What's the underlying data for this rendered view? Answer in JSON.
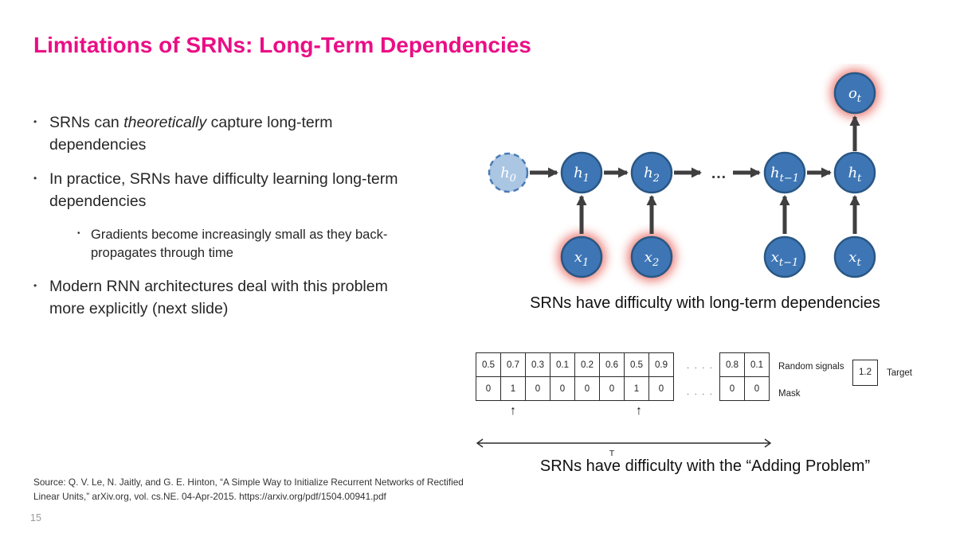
{
  "slide": {
    "title": "Limitations of SRNs: Long-Term Dependencies",
    "accent_color": "#ea0e85",
    "page_number": "15",
    "source": "Source: Q. V. Le, N. Jaitly, and G. E. Hinton, “A Simple Way to Initialize Recurrent Networks of Rectified\nLinear Units,” arXiv.org, vol. cs.NE. 04-Apr-2015. https://arxiv.org/pdf/1504.00941.pdf"
  },
  "bullets": {
    "marker": "•",
    "b1_pre": "SRNs can ",
    "b1_italic": "theoretically",
    "b1_post": " capture long-term\ndependencies",
    "b2": "In practice, SRNs have difficulty learning long-term\ndependencies",
    "b2_sub": "Gradients become increasingly small as they back-\npropagates through time",
    "b3": "Modern RNN architectures deal with this problem\nmore explicitly (next slide)"
  },
  "diagram": {
    "caption": "SRNs have difficulty with long-term dependencies",
    "hdots": "…",
    "colors": {
      "node_fill": "#3e76b5",
      "node_stroke": "#2a5784",
      "h0_fill": "#aac6e3",
      "glow": "#e4574e",
      "arrow": "#3f3f3f"
    },
    "nodes": {
      "h0": {
        "main": "h",
        "sub": "0"
      },
      "h1": {
        "main": "h",
        "sub": "1"
      },
      "h2": {
        "main": "h",
        "sub": "2"
      },
      "ht1": {
        "main": "h",
        "sub": "t−1"
      },
      "ht": {
        "main": "h",
        "sub": "t"
      },
      "x1": {
        "main": "x",
        "sub": "1"
      },
      "x2": {
        "main": "x",
        "sub": "2"
      },
      "xt1": {
        "main": "x",
        "sub": "t−1"
      },
      "xt": {
        "main": "x",
        "sub": "t"
      },
      "ot": {
        "main": "o",
        "sub": "t"
      }
    }
  },
  "adding": {
    "signals": [
      "0.5",
      "0.7",
      "0.3",
      "0.1",
      "0.2",
      "0.6",
      "0.5",
      "0.9"
    ],
    "mask": [
      "0",
      "1",
      "0",
      "0",
      "0",
      "0",
      "1",
      "0"
    ],
    "dots": ". . . .",
    "tail_signals": [
      "0.8",
      "0.1"
    ],
    "tail_mask": [
      "0",
      "0"
    ],
    "signals_label": "Random signals",
    "mask_label": "Mask",
    "target_value": "1.2",
    "target_label": "Target",
    "up_arrow": "↑",
    "span_label": "T",
    "caption": "SRNs have difficulty with the “Adding Problem”"
  }
}
